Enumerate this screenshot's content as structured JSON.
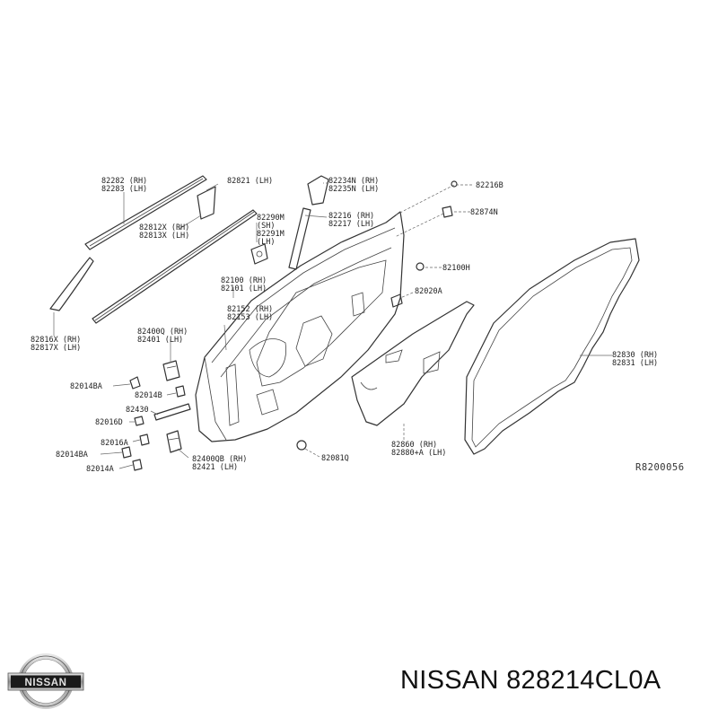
{
  "labels": {
    "p82282": "82282 (RH)",
    "p82283": "82283 (LH)",
    "p82821": "82821 (LH)",
    "p82234N": "82234N (RH)",
    "p82235N": "82235N (LH)",
    "p82216B": "82216B",
    "p82216": "82216 (RH)",
    "p82217": "82217 (LH)",
    "p82874N": "82874N",
    "p82290M": "82290M",
    "pSH": "(SH)",
    "p82291M": "82291M",
    "pLH": "(LH)",
    "p82812X": "82812X (RH)",
    "p82813X": "82813X (LH)",
    "p82100H": "82100H",
    "p82100": "82100 (RH)",
    "p82101": "82101 (LH)",
    "p82020A": "82020A",
    "p82152": "82152 (RH)",
    "p82153": "82153 (LH)",
    "p82400Q": "82400Q (RH)",
    "p82401": "82401 (LH)",
    "p82816X": "82816X (RH)",
    "p82817X": "82817X (LH)",
    "p82830": "82830 (RH)",
    "p82831": "82831 (LH)",
    "p82014BA_1": "82014BA",
    "p82014B": "82014B",
    "p82430": "82430",
    "p82016D": "82016D",
    "p82016A": "82016A",
    "p82014BA_2": "82014BA",
    "p82400QB": "82400QB (RH)",
    "p82421": "82421 (LH)",
    "p82014A": "82014A",
    "p82081Q": "82081Q",
    "p82860": "82860 (RH)",
    "p82880A": "82880+A (LH)"
  },
  "reference_code": "R8200056",
  "footer": {
    "brand": "NISSAN",
    "part_number": "NISSAN 828214CL0A"
  },
  "logo": {
    "text": "NISSAN",
    "icon": "nissan-logo"
  }
}
